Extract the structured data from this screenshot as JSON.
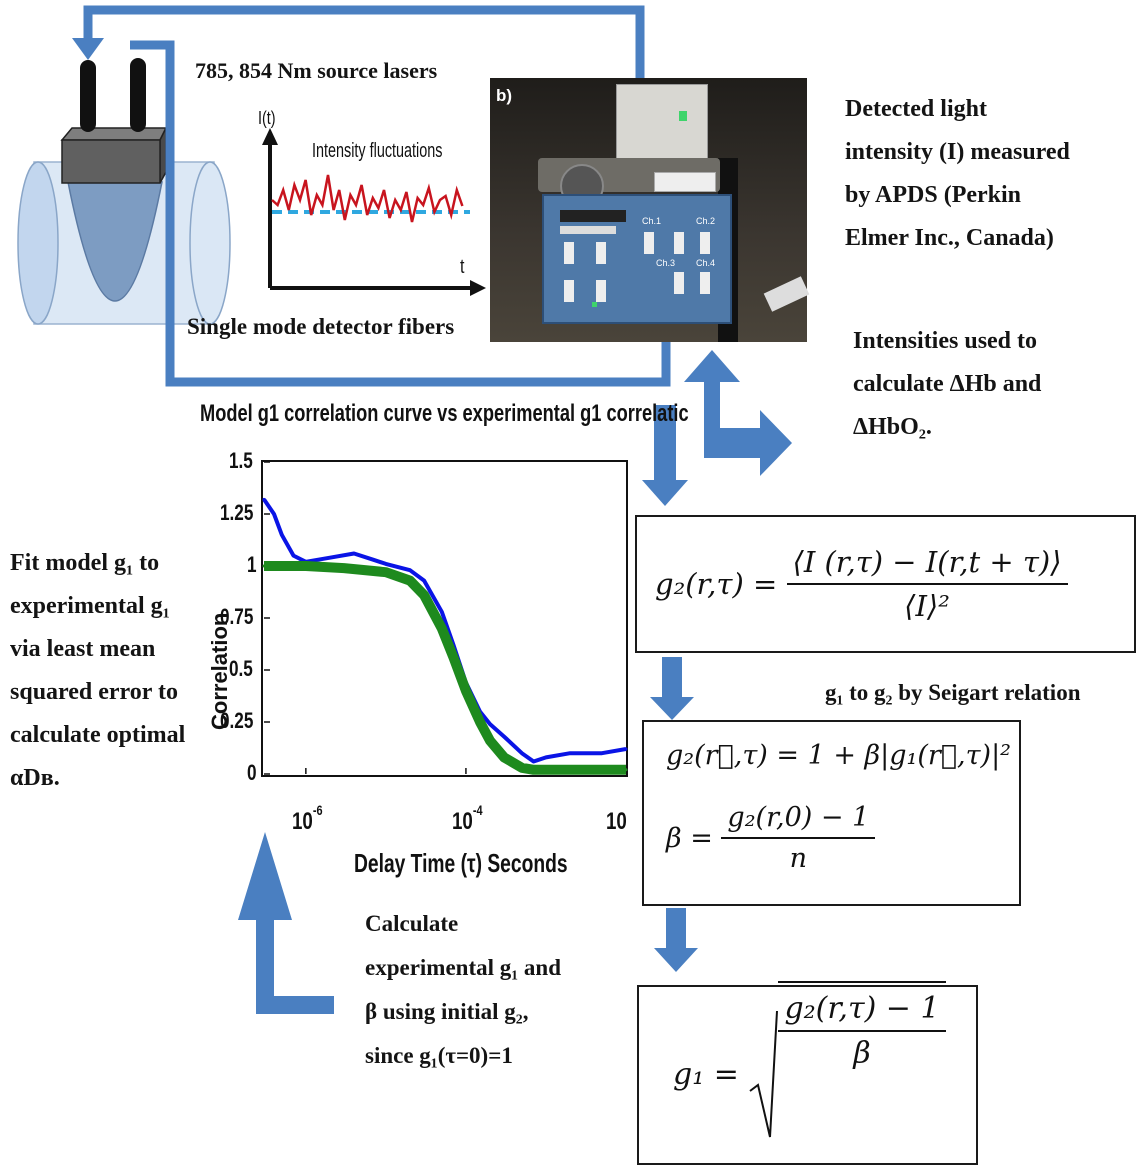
{
  "labels": {
    "source_lasers": "785, 854 Nm source lasers",
    "detector_fibers": "Single mode detector fibers",
    "detected_light": [
      "Detected light",
      "intensity (I) measured",
      "by APDS (Perkin",
      "Elmer Inc., Canada)"
    ],
    "intensities": [
      "Intensities used to",
      "calculate ΔHb and",
      "ΔHbO₂."
    ],
    "fit_model": [
      "Fit model g₁ to",
      "experimental g₁",
      "via least mean",
      "squared error to",
      "calculate optimal",
      "αDʙ."
    ],
    "calc_experimental": [
      "Calculate",
      "experimental g₁ and",
      "β  using initial g₂,",
      "since g₁(τ=0)=1"
    ],
    "siegert": "g₁ to g₂ by Seigart relation"
  },
  "inset": {
    "y_label": "I(t)",
    "x_label": "t",
    "title": "Intensity fluctuations",
    "colors": {
      "signal": "#c8141e",
      "mean": "#2fa8e0"
    }
  },
  "photo": {
    "panel_letter": "b)",
    "channels": [
      "Ch.1",
      "Ch.2",
      "Ch.3",
      "Ch.4"
    ]
  },
  "equations": {
    "g2_def": {
      "lhs": "g₂(r,τ) =",
      "num": "⟨I (r,τ) − I(r,t + τ)⟩",
      "den": "⟨I⟩²"
    },
    "siegert": {
      "line1": "g₂(r⃗,τ) = 1 + β|g₁(r⃗,τ)|²",
      "beta_lhs": "β =",
      "beta_num": "g₂(r,0) − 1",
      "beta_den": "n"
    },
    "g1": {
      "lhs": "g₁ =",
      "num": "g₂(r,τ) − 1",
      "den": "β"
    }
  },
  "colors": {
    "arrow": "#4a7fc1",
    "experimental": "#0a14e6",
    "model": "#1e8a1e"
  },
  "chart_data": {
    "type": "line",
    "title": "Model g1 correlation curve vs experimental g1 correlatic",
    "xlabel": "Delay Time (τ) Seconds",
    "ylabel": "Correlation",
    "x_scale": "log",
    "xlim": [
      3e-07,
      0.01
    ],
    "ylim": [
      0,
      1.5
    ],
    "yticks": [
      "0",
      "0.25",
      "0.5",
      "0.75",
      "1",
      "1.25",
      "1.5"
    ],
    "xticks": [
      {
        "value": 1e-06,
        "label": "10",
        "exp": "-6"
      },
      {
        "value": 0.0001,
        "label": "10",
        "exp": "-4"
      },
      {
        "value": 0.01,
        "label": "10",
        "exp": ""
      }
    ],
    "series": [
      {
        "key": "experimental",
        "x": [
          3e-07,
          4e-07,
          5e-07,
          7e-07,
          1e-06,
          2e-06,
          4e-06,
          7e-06,
          1e-05,
          2e-05,
          3e-05,
          5e-05,
          7e-05,
          0.0001,
          0.00015,
          0.0002,
          0.0003,
          0.0005,
          0.0007,
          0.001,
          0.002,
          0.005,
          0.01
        ],
        "values": [
          1.32,
          1.25,
          1.15,
          1.05,
          1.02,
          1.04,
          1.06,
          1.03,
          1.01,
          0.98,
          0.93,
          0.78,
          0.62,
          0.44,
          0.3,
          0.24,
          0.18,
          0.1,
          0.06,
          0.08,
          0.1,
          0.1,
          0.12
        ]
      },
      {
        "key": "model",
        "x": [
          3e-07,
          1e-06,
          3e-06,
          1e-05,
          2e-05,
          3e-05,
          5e-05,
          7e-05,
          0.0001,
          0.00015,
          0.0002,
          0.0003,
          0.0005,
          0.0007,
          0.001,
          0.003,
          0.01
        ],
        "values": [
          1.0,
          1.0,
          0.99,
          0.97,
          0.93,
          0.86,
          0.7,
          0.56,
          0.4,
          0.25,
          0.16,
          0.08,
          0.03,
          0.02,
          0.02,
          0.02,
          0.02
        ]
      }
    ]
  }
}
